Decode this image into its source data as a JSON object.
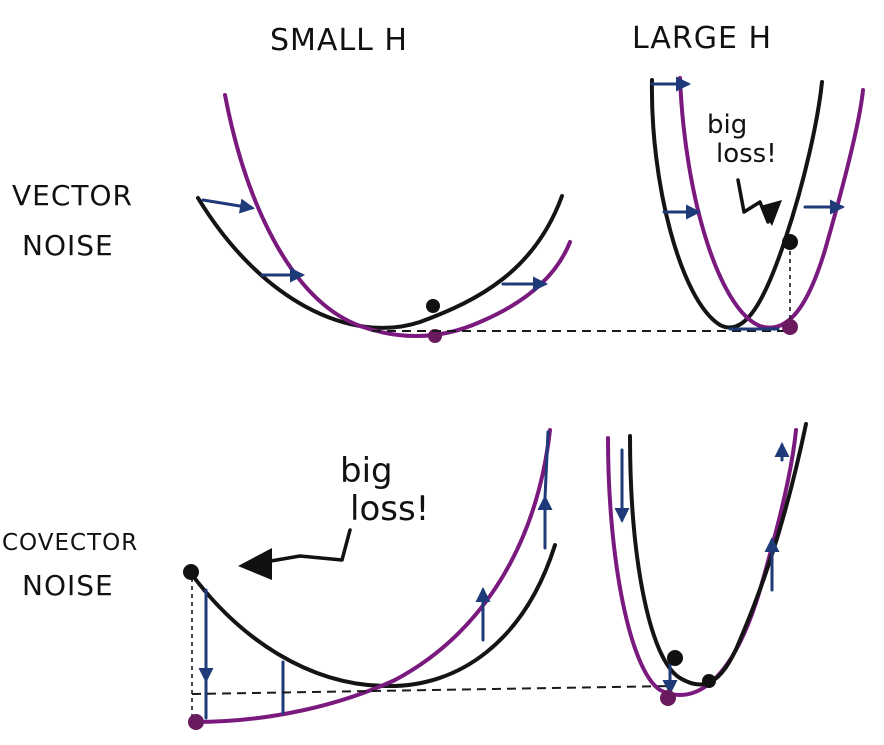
{
  "column_headers": {
    "small_h": "SMALL H",
    "large_h": "LARGE H"
  },
  "row_headers": {
    "vector_noise_line1": "VECTOR",
    "vector_noise_line2": "NOISE",
    "covector_noise_line1": "COVECTOR",
    "covector_noise_line2": "NOISE"
  },
  "annotations": {
    "top_right": {
      "line1": "big",
      "line2": "loss!"
    },
    "bottom_left": {
      "line1": "big",
      "line2": "loss!"
    }
  },
  "colors": {
    "black_curve": "#141414",
    "purple_curve": "#7a1a7e",
    "blue_arrows": "#1e3a78",
    "point_black": "#111111",
    "point_purple": "#6a1a5e"
  }
}
